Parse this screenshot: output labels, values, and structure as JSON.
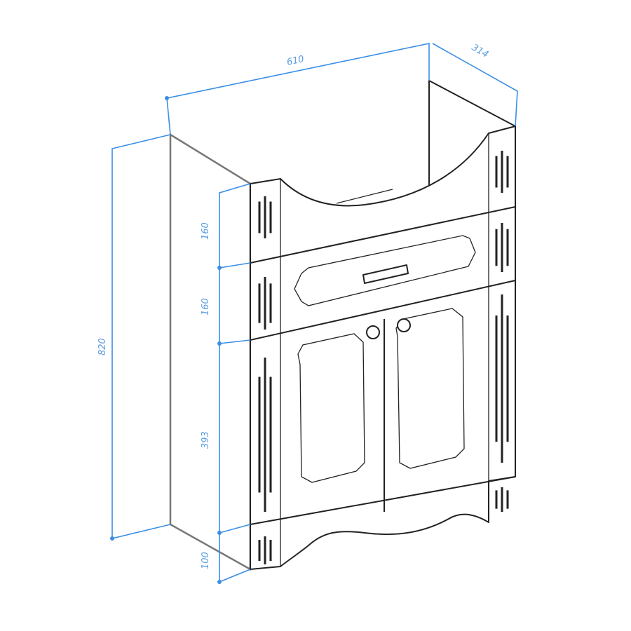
{
  "title": "Vanity cabinet dimension drawing",
  "dimensions": {
    "width": "610",
    "depth": "314",
    "height": "820",
    "top_section": "160",
    "drawer_section": "160",
    "door_section": "393",
    "plinth": "100"
  },
  "colors": {
    "dimension": "#3a8ee6",
    "outline": "#222222"
  }
}
